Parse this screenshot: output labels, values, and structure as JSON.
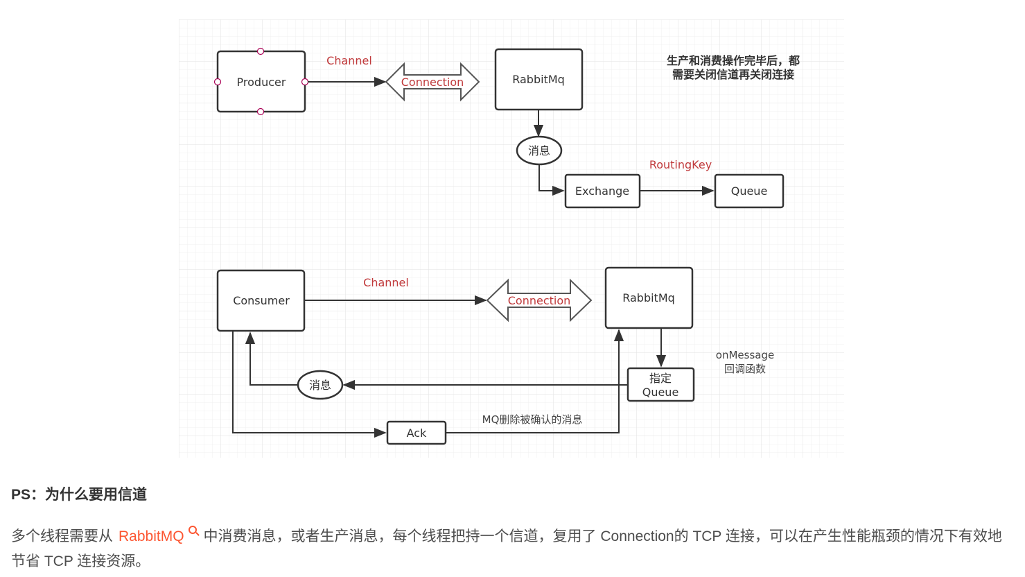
{
  "diagram": {
    "producer_section": {
      "producer_label": "Producer",
      "channel_label": "Channel",
      "connection_label": "Connection",
      "rabbitmq_label": "RabbitMq",
      "message_label": "消息",
      "exchange_label": "Exchange",
      "routing_key_label": "RoutingKey",
      "queue_label": "Queue",
      "note_line1": "生产和消费操作完毕后，都",
      "note_line2": "需要关闭信道再关闭连接"
    },
    "consumer_section": {
      "consumer_label": "Consumer",
      "channel_label": "Channel",
      "connection_label": "Connection",
      "rabbitmq_label": "RabbitMq",
      "queue_line1": "指定",
      "queue_line2": "Queue",
      "callback_line1": "onMessage",
      "callback_line2": "回调函数",
      "message_label": "消息",
      "ack_label": "Ack",
      "ack_note": "MQ删除被确认的消息"
    },
    "colors": {
      "red_label": "#c0393b",
      "link": "#fc5531",
      "stroke": "#333333"
    }
  },
  "article": {
    "heading": "PS：为什么要用信道",
    "paragraph_before_link": "多个线程需要从",
    "link_text": "RabbitMQ",
    "link_icon": "search-icon",
    "paragraph_after_link": "中消费消息，或者生产消息，每个线程把持一个信道，复用了 Connection的 TCP 连接，可以在产生性能瓶颈的情况下有效地节省 TCP 连接资源。"
  }
}
